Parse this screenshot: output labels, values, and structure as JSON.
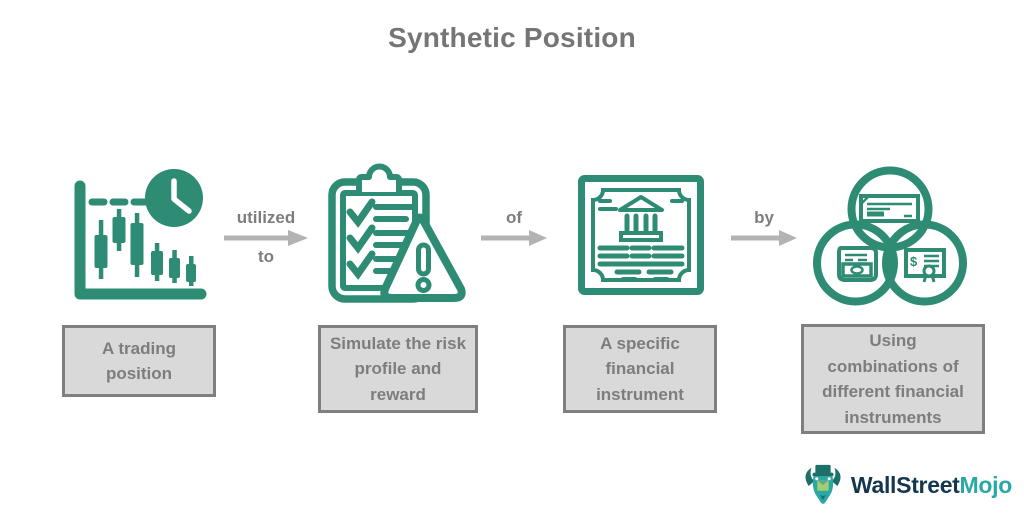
{
  "title": "Synthetic Position",
  "colors": {
    "icon_teal": "#2E8B74",
    "text_gray": "#7D7D7D",
    "box_fill": "#D9D9D9",
    "box_border": "#7F7F7F",
    "arrow_gray": "#B3B3B3",
    "logo_navy": "#14374F",
    "logo_teal": "#2AA8A5"
  },
  "flow": {
    "steps": [
      {
        "icon": "candlestick-chart-clock-icon",
        "label": "A trading position"
      },
      {
        "icon": "risk-checklist-warning-icon",
        "label": "Simulate the risk profile and reward"
      },
      {
        "icon": "financial-certificate-bank-icon",
        "label": "A specific financial instrument"
      },
      {
        "icon": "venn-financial-instruments-icon",
        "label": "Using combinations of different financial instruments"
      }
    ],
    "connectors": [
      {
        "label_top": "utilized",
        "label_bottom": "to"
      },
      {
        "label_top": "of",
        "label_bottom": ""
      },
      {
        "label_top": "by",
        "label_bottom": ""
      }
    ]
  },
  "logo": {
    "mascot": "bull-mascot-icon",
    "brand_part1": "WallStreet",
    "brand_part2": "Mojo"
  }
}
